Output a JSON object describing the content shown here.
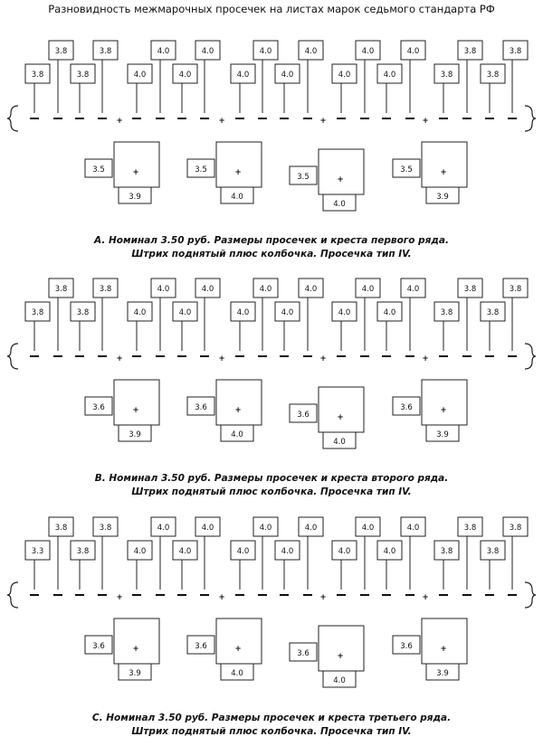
{
  "title": "Разновидность межмарочных просечек на листах марок седьмого стандарта РФ",
  "cross_symbol": "+",
  "sections": [
    {
      "perforation_labels": [
        "3.8",
        "3.8",
        "3.8",
        "3.8",
        "4.0",
        "4.0",
        "4.0",
        "4.0",
        "4.0",
        "4.0",
        "4.0",
        "4.0",
        "4.0",
        "4.0",
        "4.0",
        "4.0",
        "3.8",
        "3.8",
        "3.8",
        "3.8"
      ],
      "cross_blocks": [
        {
          "left": "3.5",
          "bottom": "3.9"
        },
        {
          "left": "3.5",
          "bottom": "4.0"
        },
        {
          "left": "3.5",
          "bottom": "4.0"
        },
        {
          "left": "3.5",
          "bottom": "3.9"
        }
      ],
      "caption_line1": "A. Номинал 3.50 руб. Размеры просечек и креста первого ряда.",
      "caption_line2": "Штрих поднятый плюс колбочка. Просечка тип IV."
    },
    {
      "perforation_labels": [
        "3.8",
        "3.8",
        "3.8",
        "3.8",
        "4.0",
        "4.0",
        "4.0",
        "4.0",
        "4.0",
        "4.0",
        "4.0",
        "4.0",
        "4.0",
        "4.0",
        "4.0",
        "4.0",
        "3.8",
        "3.8",
        "3.8",
        "3.8"
      ],
      "cross_blocks": [
        {
          "left": "3.6",
          "bottom": "3.9"
        },
        {
          "left": "3.6",
          "bottom": "4.0"
        },
        {
          "left": "3.6",
          "bottom": "4.0"
        },
        {
          "left": "3.6",
          "bottom": "3.9"
        }
      ],
      "caption_line1": "B. Номинал 3.50 руб. Размеры просечек и креста второго ряда.",
      "caption_line2": "Штрих поднятый плюс колбочка. Просечка тип IV."
    },
    {
      "perforation_labels": [
        "3.3",
        "3.8",
        "3.8",
        "3.8",
        "4.0",
        "4.0",
        "4.0",
        "4.0",
        "4.0",
        "4.0",
        "4.0",
        "4.0",
        "4.0",
        "4.0",
        "4.0",
        "4.0",
        "3.8",
        "3.8",
        "3.8",
        "3.8"
      ],
      "cross_blocks": [
        {
          "left": "3.6",
          "bottom": "3.9"
        },
        {
          "left": "3.6",
          "bottom": "4.0"
        },
        {
          "left": "3.6",
          "bottom": "4.0"
        },
        {
          "left": "3.6",
          "bottom": "3.9"
        }
      ],
      "caption_line1": "C. Номинал 3.50 руб. Размеры просечек и креста третьего ряда.",
      "caption_line2": "Штрих поднятый плюс колбочка. Просечка тип IV."
    }
  ]
}
